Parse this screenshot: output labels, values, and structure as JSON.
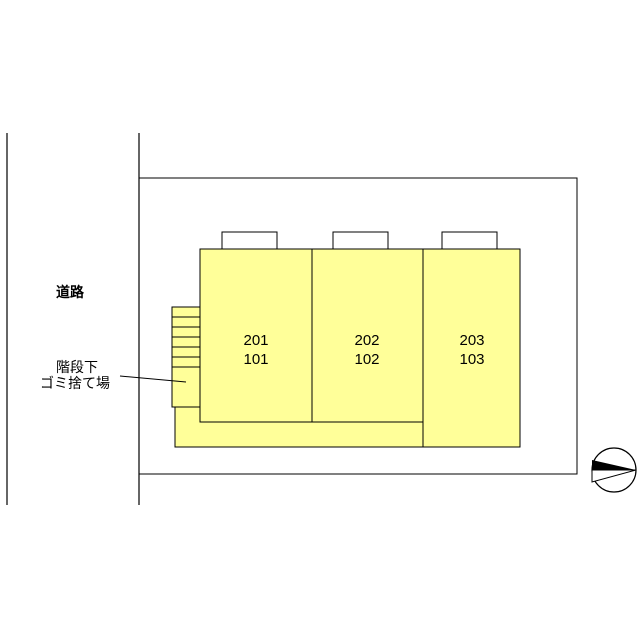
{
  "road_label": "道路",
  "trash_label_line1": "階段下",
  "trash_label_line2": "ゴミ捨て場",
  "units": [
    {
      "upper": "201",
      "lower": "101"
    },
    {
      "upper": "202",
      "lower": "102"
    },
    {
      "upper": "203",
      "lower": "103"
    }
  ],
  "colors": {
    "building_fill": "#ffff99",
    "line": "#000000",
    "background": "#ffffff"
  },
  "north_arrow_icon": "north-arrow-icon"
}
